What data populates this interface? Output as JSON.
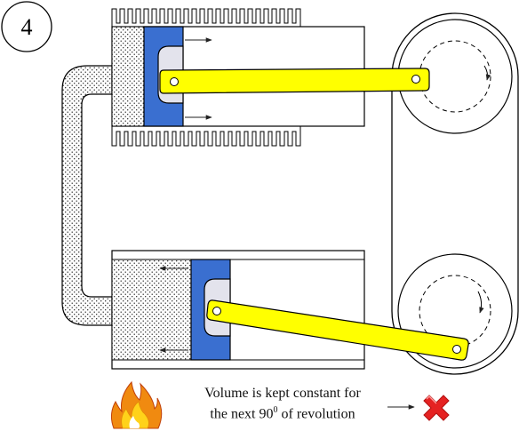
{
  "step": {
    "number": "4"
  },
  "caption": {
    "line1": "Volume is kept constant for",
    "line2_prefix": "the next 90",
    "line2_sup": "0",
    "line2_suffix": " of revolution"
  },
  "icons": {
    "fire": "fire-icon",
    "cross": "red-x-icon"
  },
  "colors": {
    "piston": "#3a6fd0",
    "connecting_rod": "#ffff00",
    "cross": "#e52222",
    "flame_outer": "#f08a10",
    "flame_inner": "#ffd21a"
  }
}
